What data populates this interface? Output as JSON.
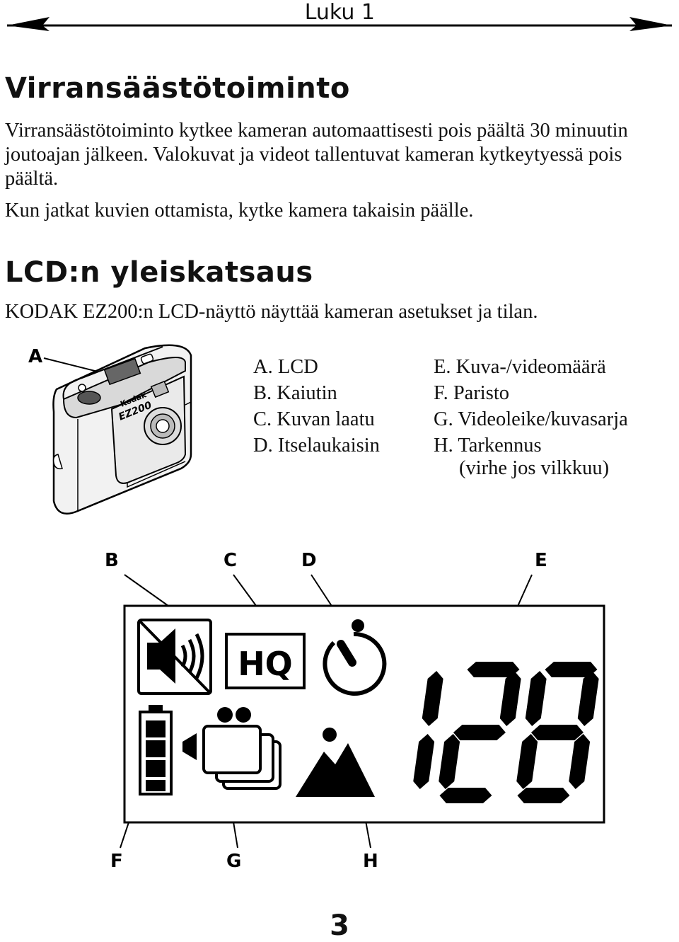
{
  "header": {
    "chapter": "Luku 1"
  },
  "section1": {
    "title": "Virransäästötoiminto",
    "paragraph1": "Virransäästötoiminto kytkee kameran automaattisesti pois päältä 30 minuutin joutoajan jälkeen. Valokuvat ja videot tallentuvat kameran kytkeytyessä pois päältä.",
    "paragraph2": "Kun jatkat kuvien ottamista, kytke kamera takaisin päälle."
  },
  "section2": {
    "title": "LCD:n yleiskatsaus",
    "paragraph": "KODAK EZ200:n LCD-näyttö näyttää kameran asetukset ja tilan."
  },
  "camera": {
    "callout": "A",
    "brand": "Kodak",
    "model": "EZ200"
  },
  "legend_left": [
    "A. LCD",
    "B. Kaiutin",
    "C. Kuvan laatu",
    "D. Itselaukaisin"
  ],
  "legend_right": [
    "E. Kuva-/videomäärä",
    "F.  Paristo",
    "G. Videoleike/kuvasarja",
    "H. Tarkennus",
    "(virhe jos vilkkuu)"
  ],
  "lcd": {
    "callouts": {
      "b": "B",
      "c": "C",
      "d": "D",
      "e": "E",
      "f": "F",
      "g": "G",
      "h": "H"
    },
    "quality_text": "HQ",
    "counter": "128"
  },
  "page_number": "3"
}
